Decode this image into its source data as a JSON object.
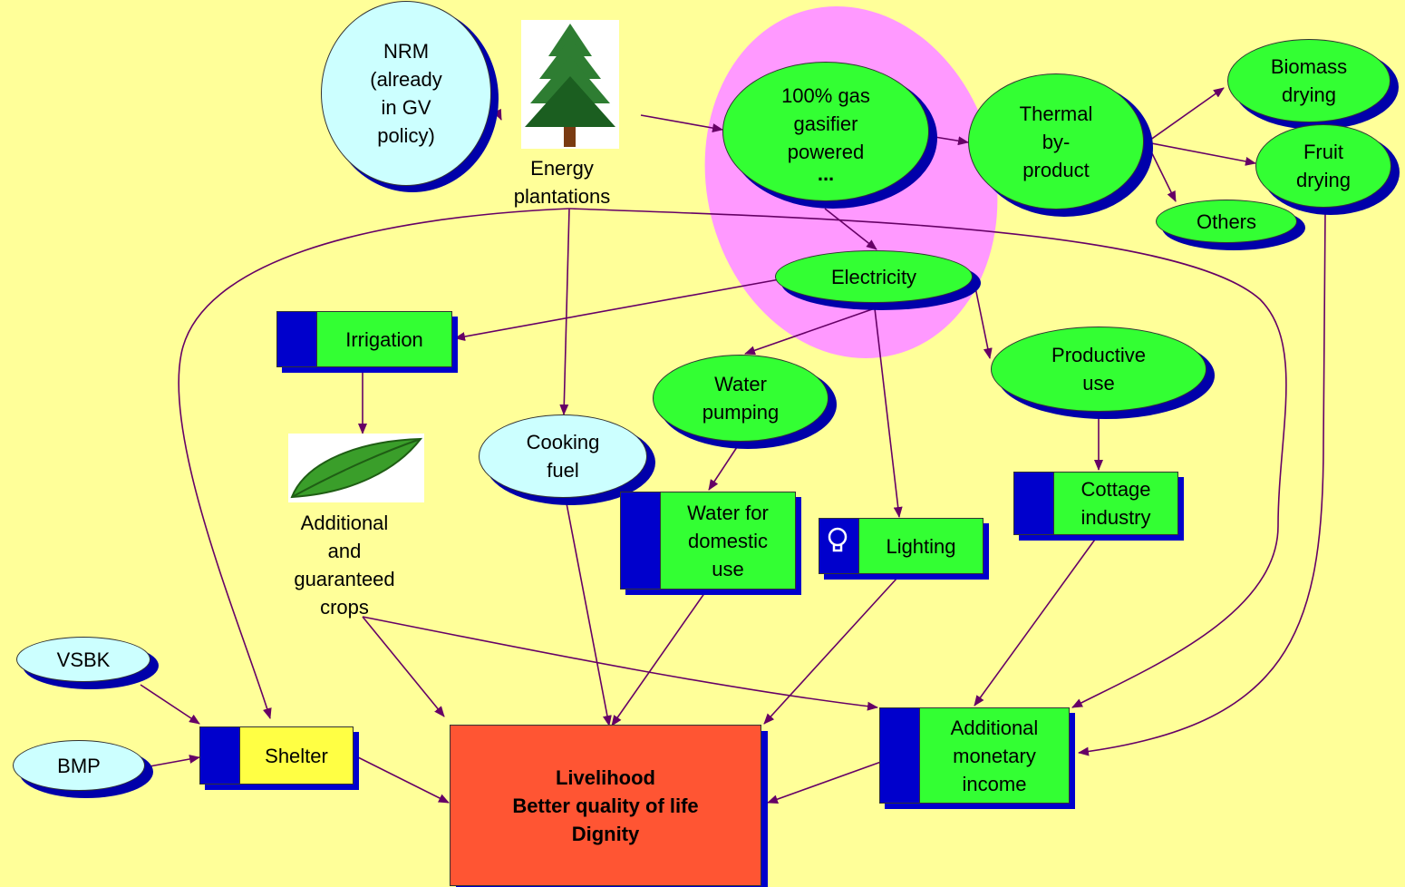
{
  "colors": {
    "background": "#FFFF99",
    "green_node": "#33FF33",
    "blue_node": "#CCFFFF",
    "shadow": "#0000AA",
    "highlight": "#FF99FF",
    "arrow": "#660066",
    "goal_box": "#FF5533",
    "shelter_face": "#FFFF44"
  },
  "nodes": {
    "nrm": "NRM\n(already\nin GV\npolicy)",
    "energy_plantations": "Energy\nplantations",
    "gasifier": "100% gas\ngasifier\npowered",
    "gasifier_ellipsis": "...",
    "thermal": "Thermal\nby-\nproduct",
    "biomass_drying": "Biomass\ndrying",
    "fruit_drying": "Fruit\ndrying",
    "others": "Others",
    "electricity": "Electricity",
    "irrigation": "Irrigation",
    "productive_use": "Productive\nuse",
    "water_pumping": "Water\npumping",
    "cooking_fuel": "Cooking\nfuel",
    "additional_crops": "Additional\nand\nguaranteed\ncrops",
    "water_domestic": "Water for\ndomestic\nuse",
    "lighting": "Lighting",
    "cottage_industry": "Cottage\nindustry",
    "vsbk": "VSBK",
    "bmp": "BMP",
    "shelter": "Shelter",
    "livelihood": "Livelihood\nBetter quality of life\nDignity",
    "additional_income": "Additional\nmonetary\nincome"
  },
  "icons": {
    "tree": "tree-icon",
    "leaf": "leaf-icon",
    "bulb": "lightbulb-icon"
  }
}
